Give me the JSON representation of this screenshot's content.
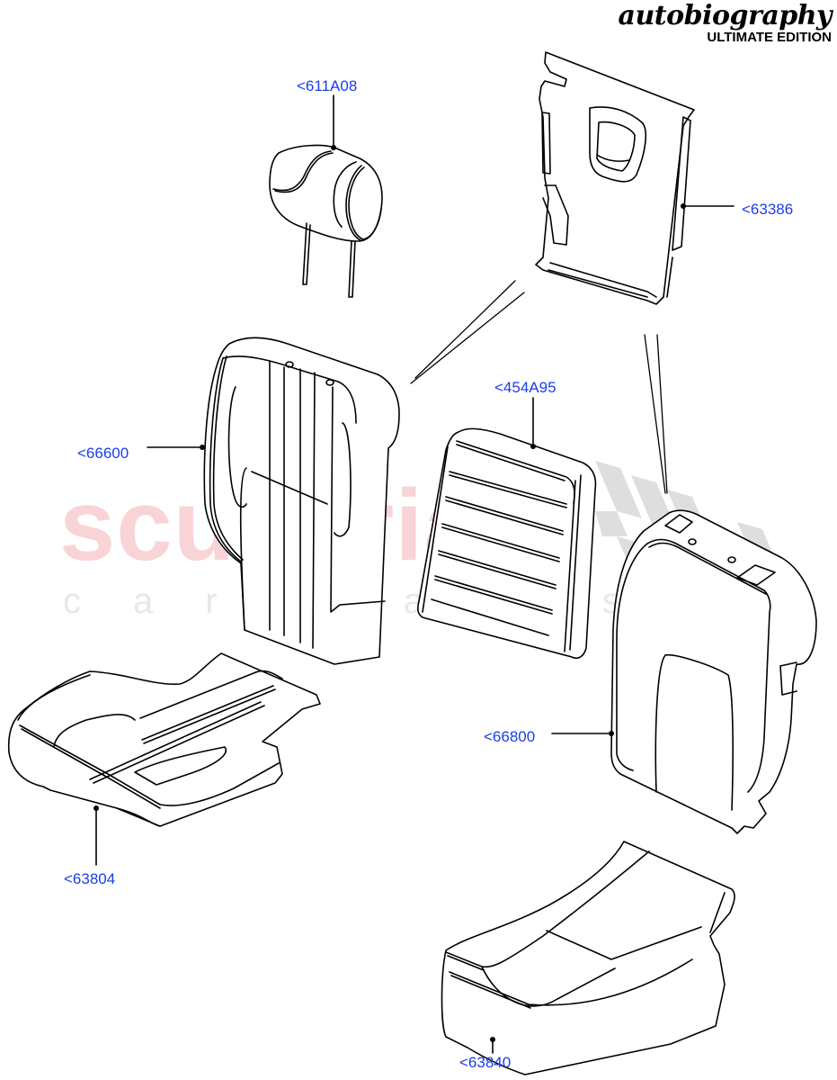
{
  "brand": {
    "script_title": "autobiography",
    "edition": "ULTIMATE EDITION"
  },
  "watermark": {
    "main": "scuderia",
    "sub": "car parts",
    "main_color": "#f9d4d6",
    "sub_color": "#e8e8e8"
  },
  "callout_color": "#1a3ee6",
  "callouts": [
    {
      "id": "headrest",
      "label": "<611A08"
    },
    {
      "id": "backrest-panel",
      "label": "<63386"
    },
    {
      "id": "lumbar-pad",
      "label": "<454A95"
    },
    {
      "id": "backrest-cover-left",
      "label": "<66600"
    },
    {
      "id": "backrest-cover-right",
      "label": "<66800"
    },
    {
      "id": "cushion-cover-left",
      "label": "<63804"
    },
    {
      "id": "cushion-cover-right",
      "label": "<63840"
    }
  ]
}
